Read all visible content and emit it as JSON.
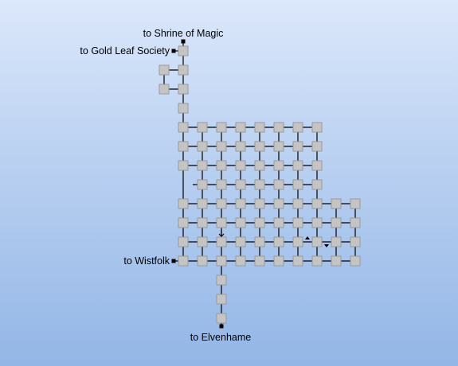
{
  "map": {
    "exits": [
      {
        "id": "exit-shrine-of-magic",
        "label": "to Shrine of Magic"
      },
      {
        "id": "exit-gold-leaf-society",
        "label": "to Gold Leaf Society"
      },
      {
        "id": "exit-wistfolk",
        "label": "to Wistfolk"
      },
      {
        "id": "exit-elvenhame",
        "label": "to Elvenhame"
      }
    ],
    "colors": {
      "background_top": "#dce8fb",
      "background_bottom": "#93b6e6",
      "room_fill": "#c4c4c4",
      "room_border": "#9a9a9a",
      "connector": "#000000"
    },
    "icons": [
      "room-node-icon",
      "exit-marker-icon",
      "arrow-down-icon",
      "arrow-up-icon"
    ]
  }
}
